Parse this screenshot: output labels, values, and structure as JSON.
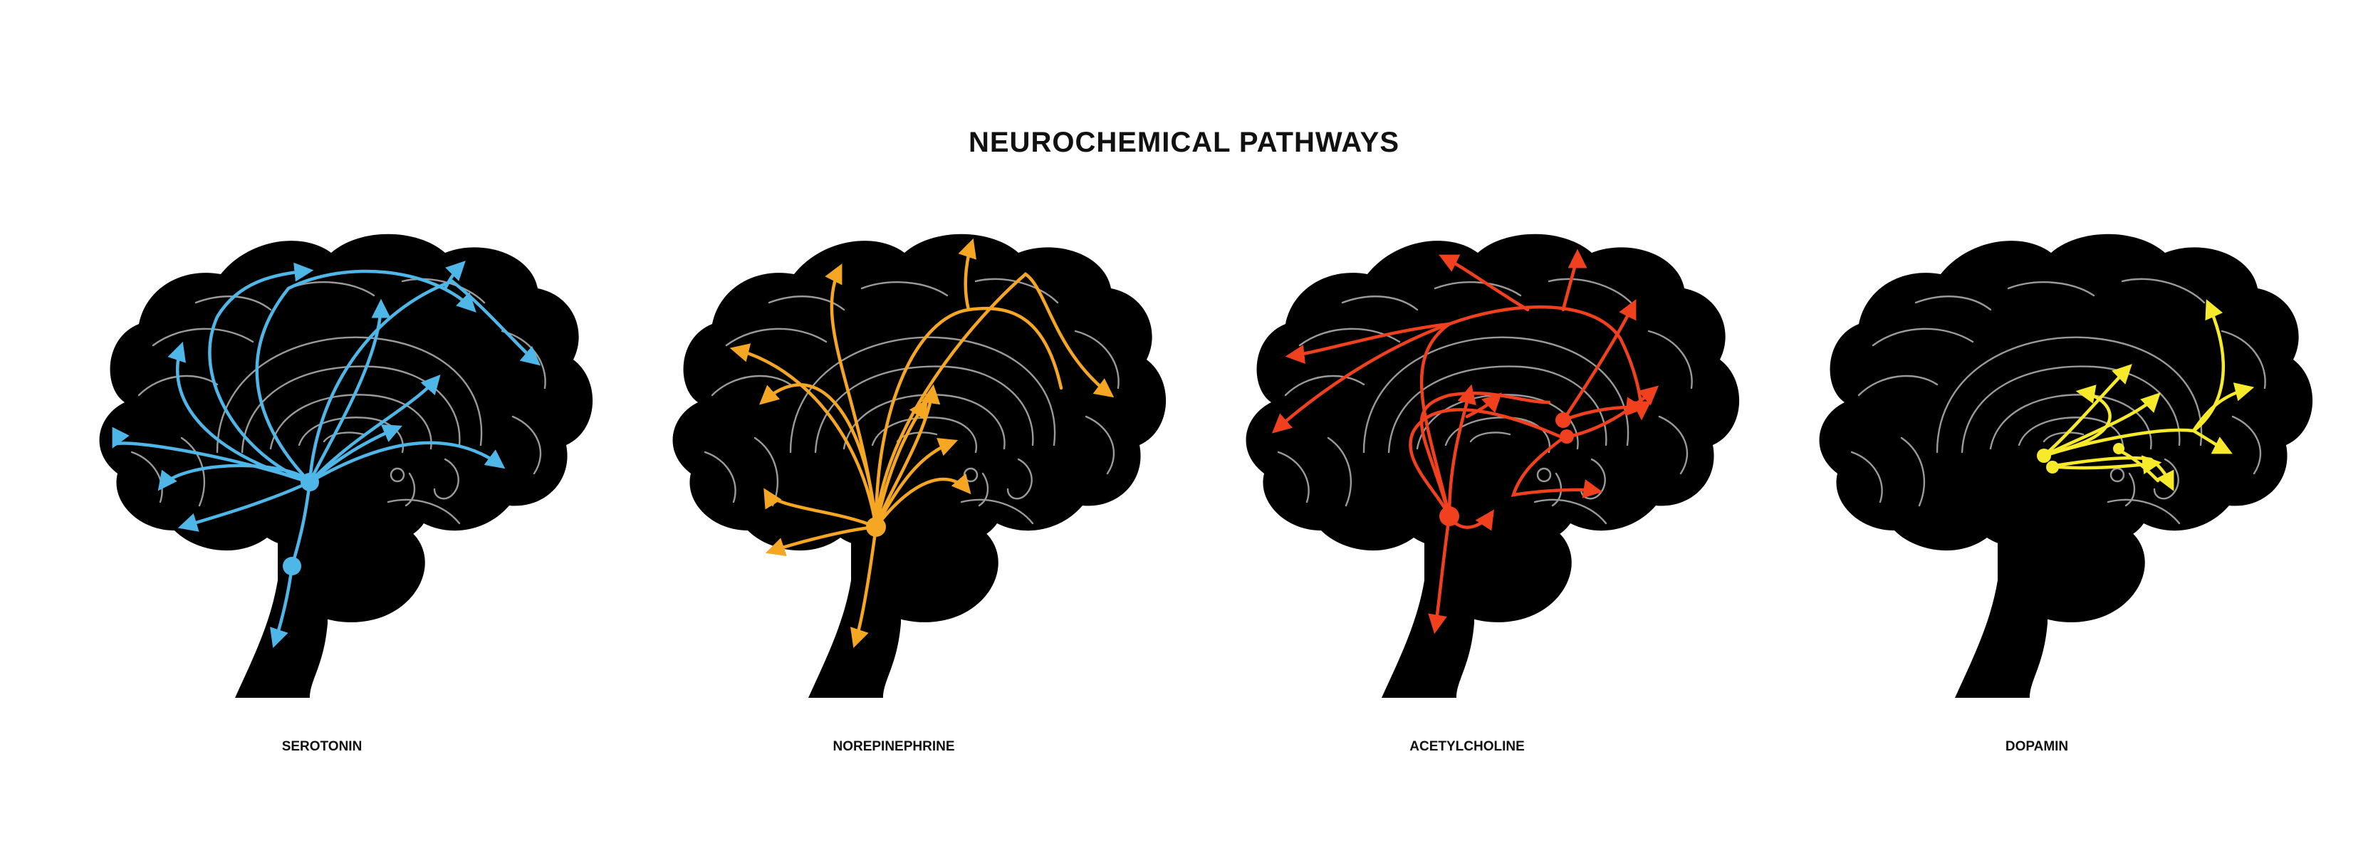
{
  "title": "NEUROCHEMICAL PATHWAYS",
  "colors": {
    "background": "#ffffff",
    "brain": "#000000",
    "gyri": "#9a9a9a"
  },
  "panels": [
    {
      "label": "SEROTONIN",
      "color": "#4fb6e8",
      "icon": "brain-silhouette"
    },
    {
      "label": "NOREPINEPHRINE",
      "color": "#f5a623",
      "icon": "brain-silhouette"
    },
    {
      "label": "ACETYLCHOLINE",
      "color": "#f0401e",
      "icon": "brain-silhouette"
    },
    {
      "label": "DOPAMIN",
      "color": "#f6ea2a",
      "icon": "brain-silhouette"
    }
  ]
}
